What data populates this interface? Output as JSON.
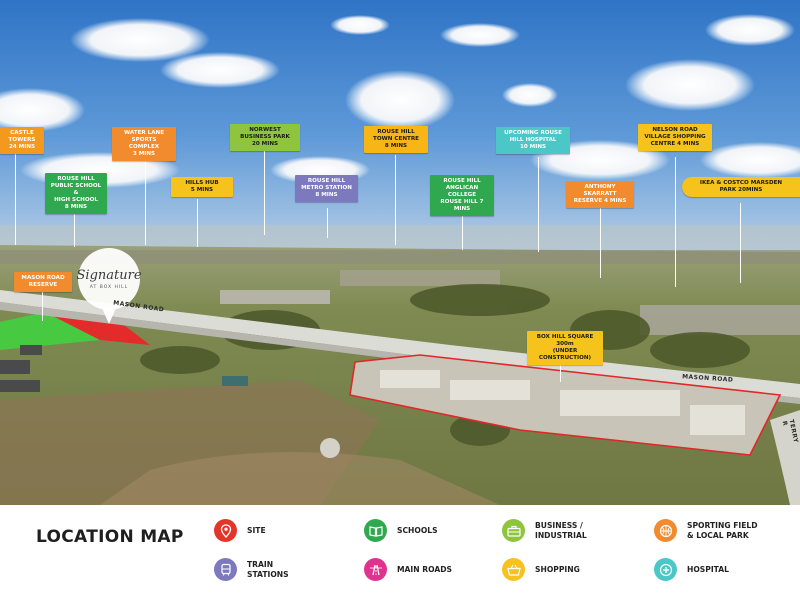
{
  "callouts": [
    {
      "id": "castle-towers",
      "lines": [
        "CASTLE TOWERS",
        "24 MINS"
      ],
      "color": "#f39a1e"
    },
    {
      "id": "rouse-hill-public-school",
      "lines": [
        "ROUSE HILL",
        "PUBLIC SCHOOL &",
        "HIGH SCHOOL",
        "8 MINS"
      ],
      "color": "#2fa84f"
    },
    {
      "id": "water-lane",
      "lines": [
        "WATER LANE",
        "SPORTS COMPLEX",
        "3 MINS"
      ],
      "color": "#f28a2e"
    },
    {
      "id": "hills-hub",
      "lines": [
        "HILLS HUB",
        "5 MINS"
      ],
      "color": "#f6c21c"
    },
    {
      "id": "norwest",
      "lines": [
        "NORWEST",
        "BUSINESS PARK",
        "20 MINS"
      ],
      "color": "#8fc43f"
    },
    {
      "id": "rouse-hill-metro",
      "lines": [
        "ROUSE HILL",
        "METRO STATION",
        "8 MINS"
      ],
      "color": "#7d79bf"
    },
    {
      "id": "rouse-hill-town-centre",
      "lines": [
        "ROUSE HILL",
        "TOWN CENTRE",
        "8 MINS"
      ],
      "color": "#f7b516"
    },
    {
      "id": "rouse-hill-anglican",
      "lines": [
        "ROUSE HILL",
        "ANGLICAN COLLEGE",
        "ROUSE HILL 7 MINS"
      ],
      "color": "#2fa84f"
    },
    {
      "id": "rouse-hill-hospital",
      "lines": [
        "UPCOMING ROUSE",
        "HILL HOSPITAL",
        "10 MINS"
      ],
      "color": "#4bc7c7"
    },
    {
      "id": "anthony-skarratt",
      "lines": [
        "ANTHONY SKARRATT",
        "RESERVE 4 MINS"
      ],
      "color": "#f28a2e"
    },
    {
      "id": "nelson-road",
      "lines": [
        "NELSON ROAD",
        "VILLAGE SHOPPING",
        "CENTRE 4 MINS"
      ],
      "color": "#f6c21c"
    },
    {
      "id": "ikea-costco",
      "lines": [
        "IKEA & COSTCO MARSDEN",
        "PARK 20MINS"
      ],
      "color": "#f6c21c"
    },
    {
      "id": "mason-road-reserve",
      "lines": [
        "MASON ROAD",
        "RESERVE"
      ],
      "color": "#f28a2e"
    },
    {
      "id": "box-hill-square",
      "lines": [
        "BOX HILL SQUARE 300m",
        "(UNDER CONSTRUCTION)"
      ],
      "color": "#f6c21c"
    }
  ],
  "road_labels": {
    "mason_road_west": "MASON ROAD",
    "mason_road_east": "MASON ROAD",
    "terry_road": "TERRY R"
  },
  "logo": {
    "script": "Signature",
    "sub": "AT BOX HILL"
  },
  "legend": {
    "title": "LOCATION MAP",
    "items": [
      {
        "id": "site",
        "lines": [
          "SITE"
        ],
        "icon": "map-pin-icon",
        "color": "#e5352b"
      },
      {
        "id": "schools",
        "lines": [
          "SCHOOLS"
        ],
        "icon": "book-icon",
        "color": "#2fa84f"
      },
      {
        "id": "business",
        "lines": [
          "BUSINESS /",
          "INDUSTRIAL"
        ],
        "icon": "briefcase-icon",
        "color": "#8fc43f"
      },
      {
        "id": "sporting",
        "lines": [
          "SPORTING FIELD",
          "& LOCAL PARK"
        ],
        "icon": "ball-icon",
        "color": "#f28a2e"
      },
      {
        "id": "train",
        "lines": [
          "TRAIN",
          "STATIONS"
        ],
        "icon": "train-icon",
        "color": "#7d79bf"
      },
      {
        "id": "roads",
        "lines": [
          "MAIN ROADS"
        ],
        "icon": "road-icon",
        "color": "#e0338f"
      },
      {
        "id": "shopping",
        "lines": [
          "SHOPPING"
        ],
        "icon": "basket-icon",
        "color": "#f6c21c"
      },
      {
        "id": "hospital",
        "lines": [
          "HOSPITAL"
        ],
        "icon": "hospital-icon",
        "color": "#4bc7c7"
      }
    ]
  }
}
